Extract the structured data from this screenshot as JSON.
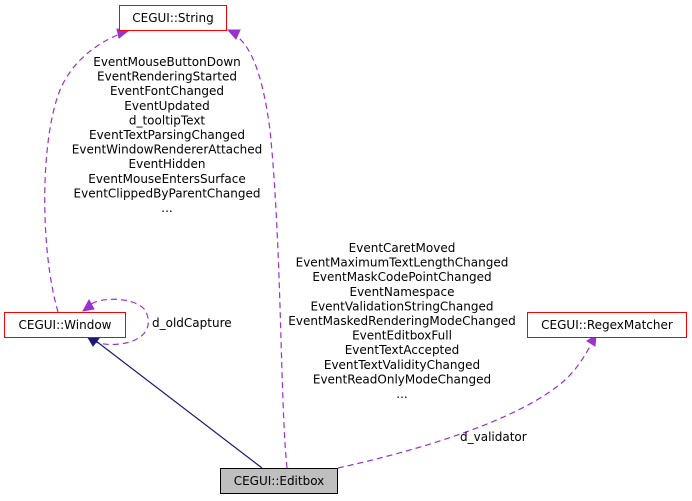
{
  "nodes": {
    "string": "CEGUI::String",
    "window": "CEGUI::Window",
    "regex": "CEGUI::RegexMatcher",
    "editbox": "CEGUI::Editbox"
  },
  "edges": {
    "window_to_string": [
      "EventMouseButtonDown",
      "EventRenderingStarted",
      "EventFontChanged",
      "EventUpdated",
      "d_tooltipText",
      "EventTextParsingChanged",
      "EventWindowRendererAttached",
      "EventHidden",
      "EventMouseEntersSurface",
      "EventClippedByParentChanged",
      "..."
    ],
    "window_self": "d_oldCapture",
    "editbox_to_string": [
      "EventCaretMoved",
      "EventMaximumTextLengthChanged",
      "EventMaskCodePointChanged",
      "EventNamespace",
      "EventValidationStringChanged",
      "EventMaskedRenderingModeChanged",
      "EventEditboxFull",
      "EventTextAccepted",
      "EventTextValidityChanged",
      "EventReadOnlyModeChanged",
      "..."
    ],
    "editbox_to_regex": "d_validator"
  },
  "colors": {
    "node_border": "#ff0000",
    "current_node_fill": "#bfbfbf",
    "usage_edge": "#9a32cd",
    "inheritance_edge": "#191970"
  }
}
